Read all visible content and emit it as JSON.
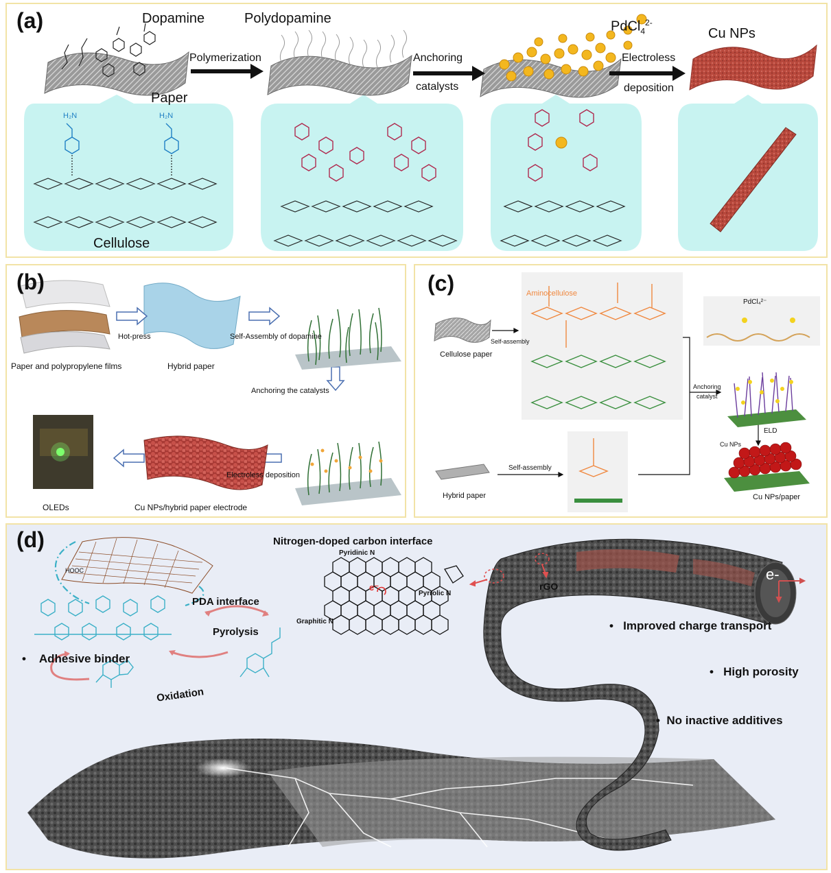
{
  "panel_a": {
    "label": "(a)",
    "dopamine": "Dopamine",
    "polydopamine": "Polydopamine",
    "pdcl": "PdCl",
    "pdcl_sub": "4",
    "pdcl_sup": "2-",
    "cu_nps": "Cu NPs",
    "polymerization": "Polymerization",
    "anchoring": "Anchoring",
    "catalysts": "catalysts",
    "electroless": "Electroless",
    "deposition": "deposition",
    "paper": "Paper",
    "cellulose": "Cellulose"
  },
  "panel_b": {
    "label": "(b)",
    "paper_films": "Paper and polypropylene films",
    "hot_press": "Hot-press",
    "hybrid_paper": "Hybrid paper",
    "self_assembly": "Self-Assembly of dopamine",
    "anchoring": "Anchoring the catalysts",
    "electroless": "Electroless deposition",
    "oleds": "OLEDs",
    "electrode": "Cu NPs/hybrid paper electrode"
  },
  "panel_c": {
    "label": "(c)",
    "cellulose_paper": "Cellulose paper",
    "self_assembly_1": "Self-assembly",
    "aminocellulose": "Aminocellulose",
    "hybrid_paper": "Hybrid paper",
    "self_assembly_2": "Self-assembly",
    "anchoring": "Anchoring",
    "catalyst": "catalyst",
    "pdcl": "PdCl₄²⁻",
    "eld": "ELD",
    "cu_nps": "Cu NPs",
    "cu_nps_paper": "Cu NPs/paper"
  },
  "panel_d": {
    "label": "(d)",
    "n_doped": "Nitrogen-doped carbon interface",
    "pyridinic": "Pyridinic N",
    "pyrrolic": "Pyrrolic N",
    "graphitic": "Graphitic N",
    "electron": "e⁻",
    "pda_interface": "PDA interface",
    "pyrolysis": "Pyrolysis",
    "adhesive": "Adhesive binder",
    "oxidation": "Oxidation",
    "rgo": "rGO",
    "tube_electron": "e-",
    "improved": "Improved charge transport",
    "porosity": "High porosity",
    "no_inactive": "No inactive additives",
    "hooc": "HOOC"
  },
  "colors": {
    "cyan_bg": "#c8f3f1",
    "blue_molecule": "#1f7fc4",
    "crimson": "#b02a4f",
    "cu_red": "#b8483c",
    "orange": "#f0883f",
    "green": "#3a8f3e",
    "gold": "#f3b71f",
    "pink_arrow": "#e07070",
    "panel_border": "#f2e3a6"
  }
}
